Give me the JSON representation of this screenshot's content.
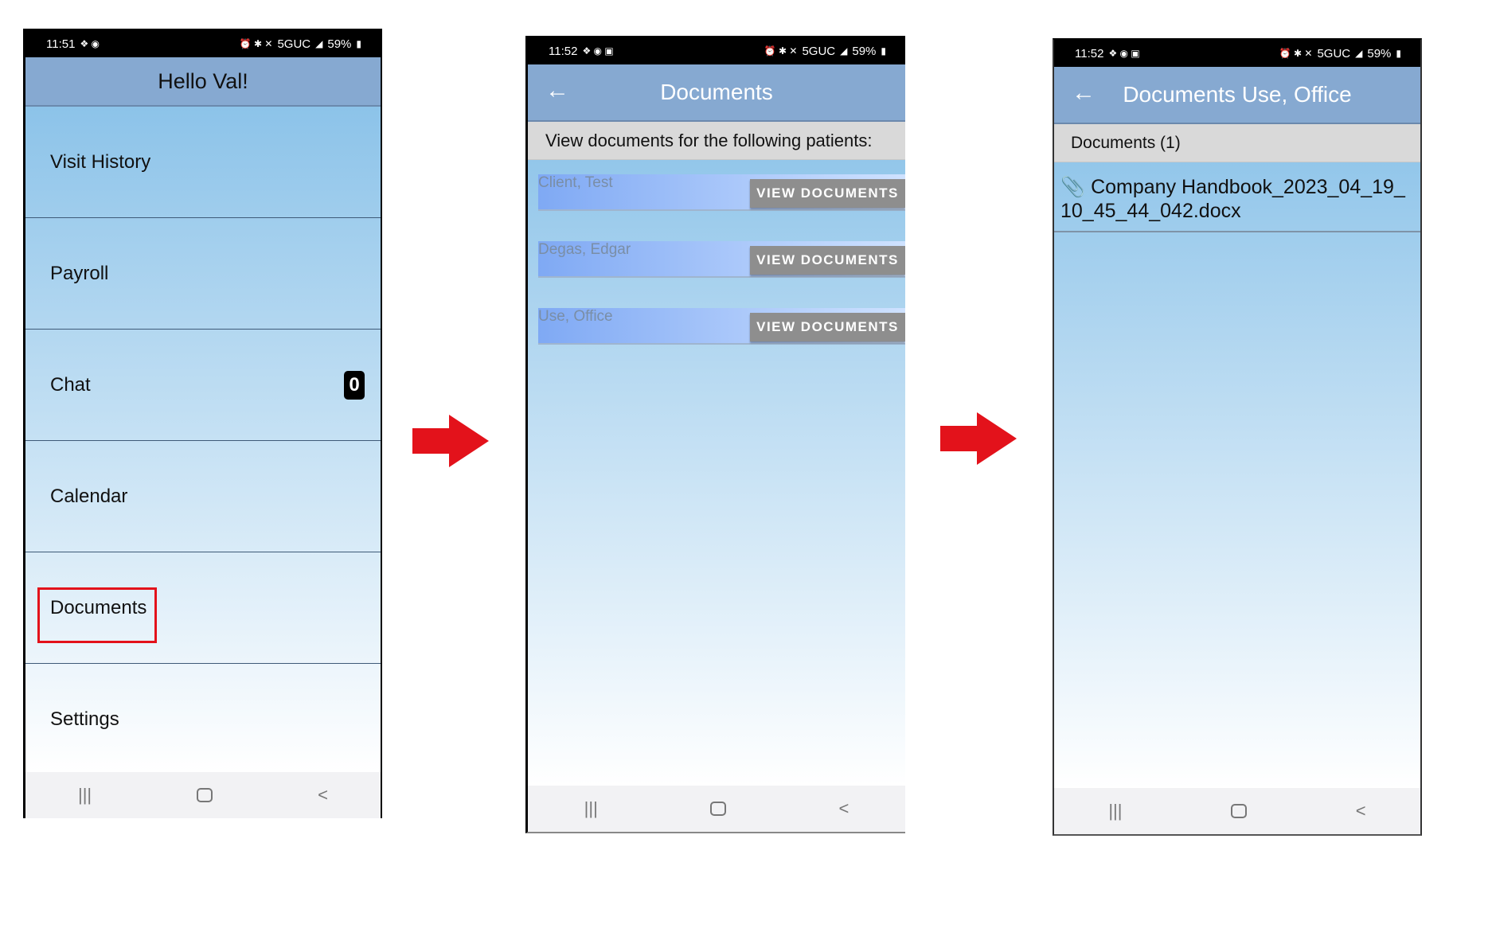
{
  "phone1": {
    "status": {
      "time": "11:51",
      "network": "5GUC",
      "battery": "59%"
    },
    "header_title": "Hello Val!",
    "menu_items": [
      {
        "label": "Visit History"
      },
      {
        "label": "Payroll"
      },
      {
        "label": "Chat",
        "badge": "0"
      },
      {
        "label": "Calendar"
      },
      {
        "label": "Documents"
      },
      {
        "label": "Settings"
      }
    ]
  },
  "phone2": {
    "status": {
      "time": "11:52",
      "network": "5GUC",
      "battery": "59%"
    },
    "header_title": "Documents",
    "subheader": "View documents for the following patients:",
    "view_button_label": "VIEW DOCUMENTS",
    "patients": [
      "Client, Test",
      "Degas, Edgar",
      "Use, Office"
    ]
  },
  "phone3": {
    "status": {
      "time": "11:52",
      "network": "5GUC",
      "battery": "59%"
    },
    "header_title": "Documents Use, Office",
    "subheader": "Documents (1)",
    "document_name": "Company Handbook_2023_04_19_10_45_44_042.docx"
  },
  "colors": {
    "header": "#86a9d1",
    "arrow": "#e3121b",
    "highlight": "#e3121b"
  },
  "nav_glyphs": {
    "recent": "|||",
    "back": "<"
  }
}
